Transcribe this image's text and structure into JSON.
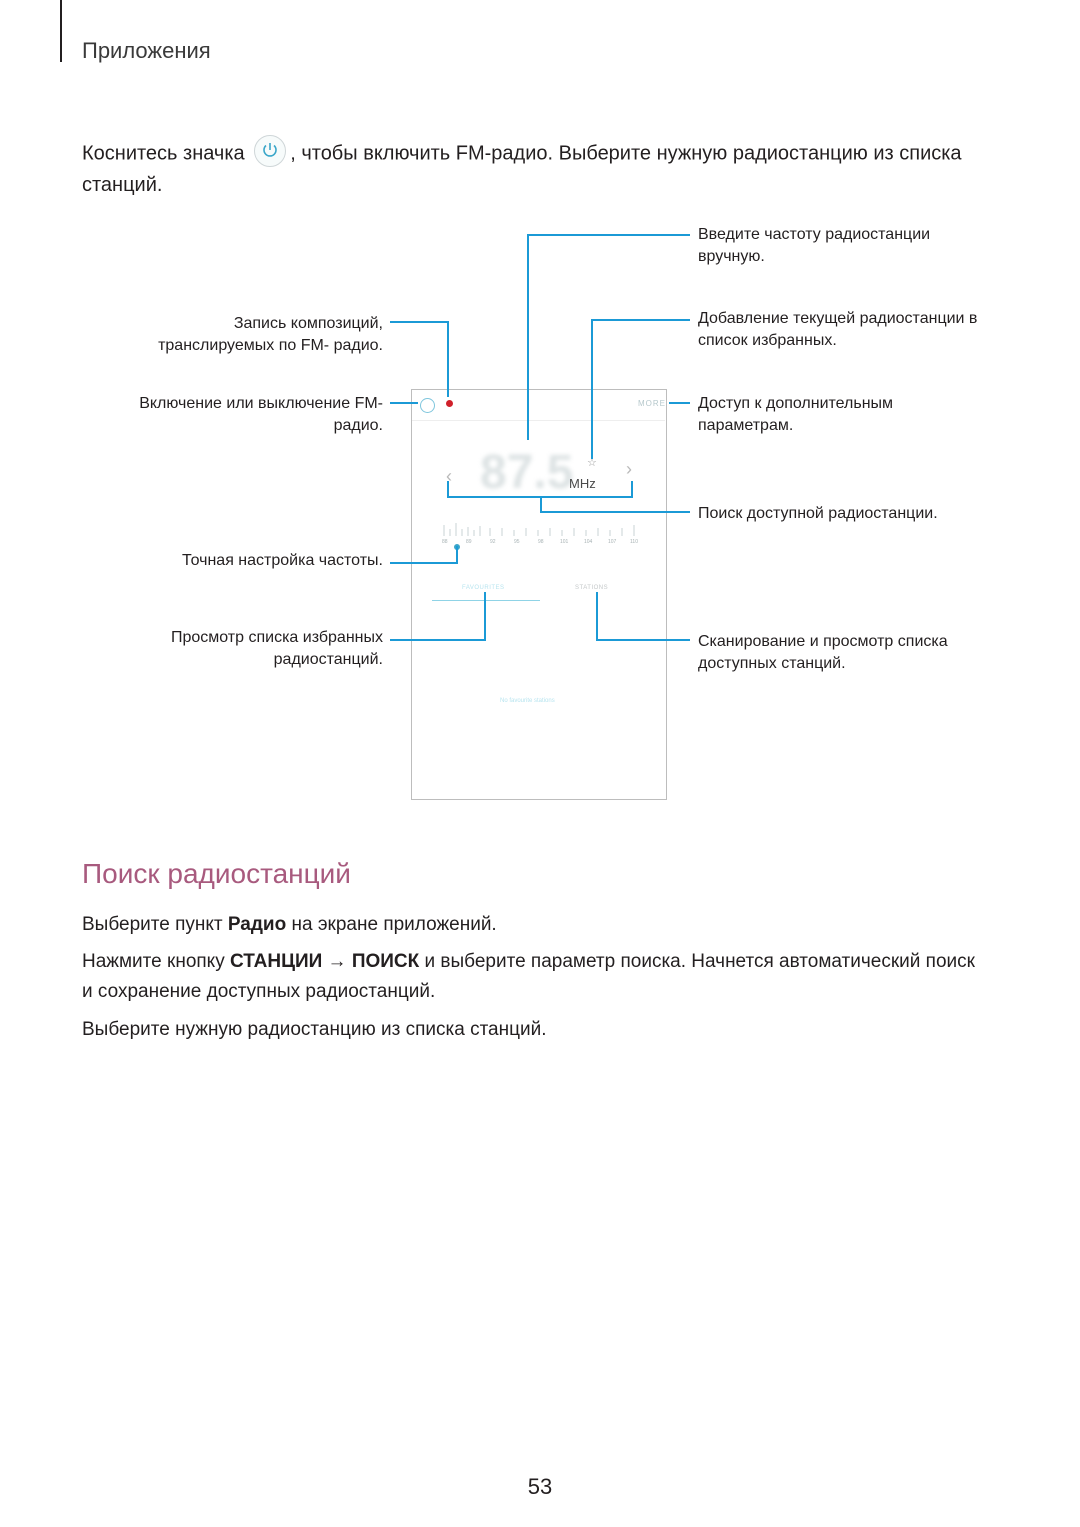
{
  "header": {
    "section": "Приложения"
  },
  "intro": {
    "part1": "Коснитесь значка",
    "part2": ", чтобы включить FM-радио. Выберите нужную радиостанцию из списка станций."
  },
  "callouts": {
    "left": {
      "record": "Запись композиций, транслируемых по FM- радио.",
      "power": "Включение или выключение FM-радио.",
      "fine_tune": "Точная настройка частоты.",
      "favorites": "Просмотр списка избранных радиостанций."
    },
    "right": {
      "enter_freq": "Введите частоту радиостанции вручную.",
      "add_fav": "Добавление текущей радиостанции в список избранных.",
      "more": "Доступ к дополнительным параметрам.",
      "search": "Поиск доступной радиостанции.",
      "scan": "Сканирование и просмотр списка доступных станций."
    }
  },
  "phone": {
    "frequency": "87.5",
    "unit": "MHz",
    "more_label": "MORE",
    "tab_favorites": "FAVOURITES",
    "tab_stations": "STATIONS",
    "scale_ticks": [
      "88",
      "89",
      "92",
      "95",
      "98",
      "101",
      "104",
      "107",
      "110"
    ],
    "bottom_hint": "No favourite stations"
  },
  "section_heading": "Поиск радиостанций",
  "steps": {
    "s1_pre": "Выберите пункт ",
    "s1_bold": "Радио",
    "s1_post": " на экране приложений.",
    "s2_pre": "Нажмите кнопку ",
    "s2_bold1": "СТАНЦИИ",
    "s2_arrow": " → ",
    "s2_bold2": "ПОИСК",
    "s2_post": " и выберите параметр поиска. Начнется автоматический поиск и сохранение доступных радиостанций.",
    "s3": "Выберите нужную радиостанцию из списка станций."
  },
  "page_number": "53",
  "colors": {
    "accent_line": "#1b9ad6",
    "heading": "#a85a7e",
    "record_dot": "#d0202a"
  },
  "icons": [
    "power-icon",
    "record-icon",
    "star-icon",
    "chevron-left-icon",
    "chevron-right-icon"
  ]
}
